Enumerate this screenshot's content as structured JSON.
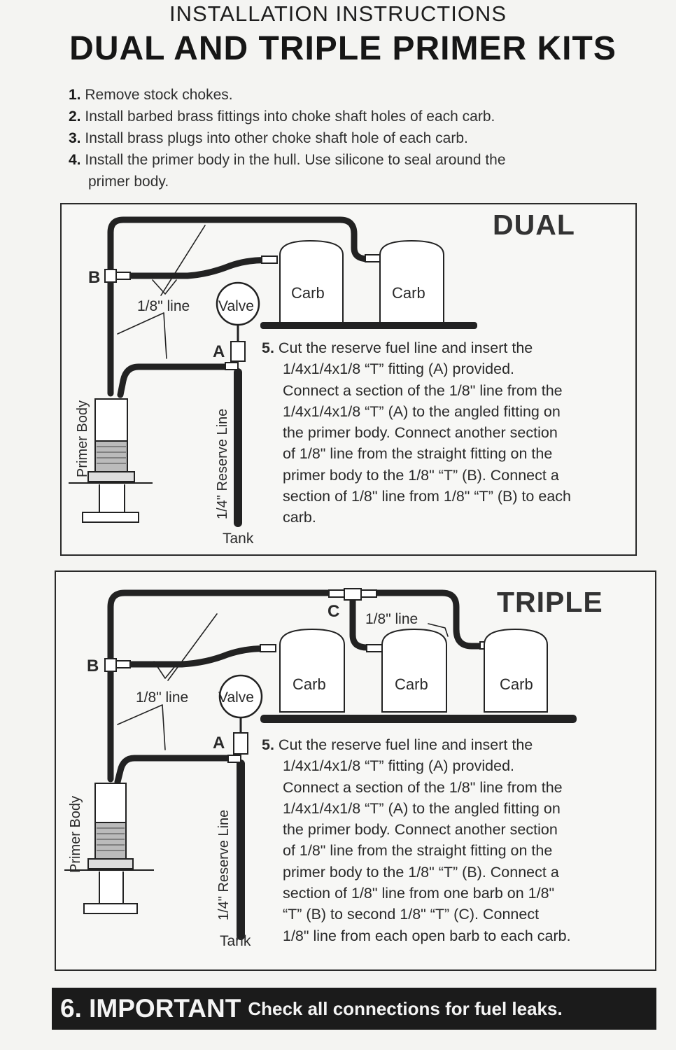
{
  "header": {
    "subtitle": "INSTALLATION INSTRUCTIONS",
    "title": "DUAL AND TRIPLE PRIMER KITS"
  },
  "steps": [
    {
      "num": "1.",
      "text": "Remove stock chokes."
    },
    {
      "num": "2.",
      "text": "Install barbed brass fittings into choke shaft holes of each carb."
    },
    {
      "num": "3.",
      "text": "Install brass plugs into other choke shaft hole of each carb."
    },
    {
      "num": "4.",
      "text": "Install the primer body in the hull.  Use silicone to seal around the",
      "cont": "primer body."
    }
  ],
  "dual": {
    "title": "DUAL",
    "labels": {
      "b": "B",
      "a": "A",
      "line": "1/8\" line",
      "valve": "Valve",
      "carb": "Carb",
      "primer": "Primer Body",
      "reserve": "1/4\" Reserve Line",
      "tank": "Tank"
    },
    "step5": {
      "num": "5.",
      "lines": [
        "Cut the reserve fuel line and insert the",
        "1/4x1/4x1/8 “T” fitting (A) provided.",
        "Connect a section of the 1/8\" line from the",
        "1/4x1/4x1/8 “T” (A) to the angled fitting on",
        "the primer body.  Connect another section",
        "of 1/8\" line from the straight fitting on the",
        "primer body to the 1/8\" “T” (B).  Connect a",
        "section of 1/8\" line from 1/8\" “T” (B) to each",
        "carb."
      ]
    }
  },
  "triple": {
    "title": "TRIPLE",
    "labels": {
      "b": "B",
      "a": "A",
      "c": "C",
      "line": "1/8\" line",
      "line_c": "1/8\" line",
      "valve": "Valve",
      "carb": "Carb",
      "primer": "Primer Body",
      "reserve": "1/4\" Reserve Line",
      "tank": "Tank"
    },
    "step5": {
      "num": "5.",
      "lines": [
        "Cut the reserve fuel line and insert the",
        "1/4x1/4x1/8 “T” fitting (A) provided.",
        "Connect a section of the 1/8\" line from the",
        "1/4x1/4x1/8 “T” (A) to the angled fitting on",
        "the primer body.  Connect another section",
        "of 1/8\" line from the straight fitting on the",
        "primer body to the 1/8\" “T” (B).  Connect a",
        "section of 1/8\" line from one barb on 1/8\"",
        "“T” (B) to second 1/8\" “T” (C).  Connect",
        "1/8\" line from each open barb to each carb."
      ]
    }
  },
  "important": {
    "big": "6. IMPORTANT",
    "small": "Check all connections for fuel leaks."
  }
}
